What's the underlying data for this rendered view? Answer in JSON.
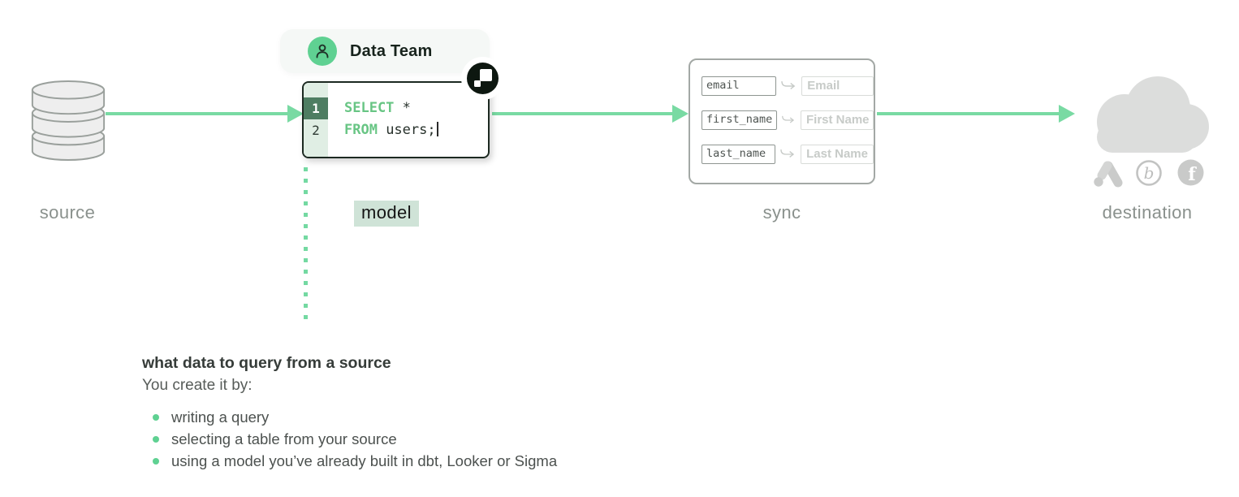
{
  "stages": {
    "source": "source",
    "model": "model",
    "sync": "sync",
    "destination": "destination"
  },
  "badge": {
    "label": "Data Team"
  },
  "code_block": {
    "lines": [
      {
        "number": "1",
        "keyword": "SELECT",
        "rest": " *"
      },
      {
        "number": "2",
        "keyword": "FROM",
        "rest": " users;"
      }
    ]
  },
  "sync_panel": {
    "mappings": [
      {
        "source_field": "email",
        "dest_field": "Email"
      },
      {
        "source_field": "first_name",
        "dest_field": "First Name"
      },
      {
        "source_field": "last_name",
        "dest_field": "Last Name"
      }
    ]
  },
  "destination_panel": {
    "logos": [
      "google-ads",
      "braze",
      "facebook"
    ]
  },
  "notes": {
    "heading": "what data to query from a source",
    "intro": "You create it by:",
    "bullets": [
      "writing a query",
      "selecting a table from your source",
      "using a model you’ve already built in dbt, Looker or Sigma"
    ]
  },
  "colors": {
    "accent_green": "#79daa3",
    "dark_green": "#4e7d62",
    "gutter_green": "#e0eee4",
    "highlight_green": "#cfe3d7",
    "keyword_green": "#68c584",
    "avatar_green": "#5fd192",
    "label_gray": "#8a918d",
    "muted_gray": "#c7cbc8",
    "ink": "#0d1710"
  }
}
